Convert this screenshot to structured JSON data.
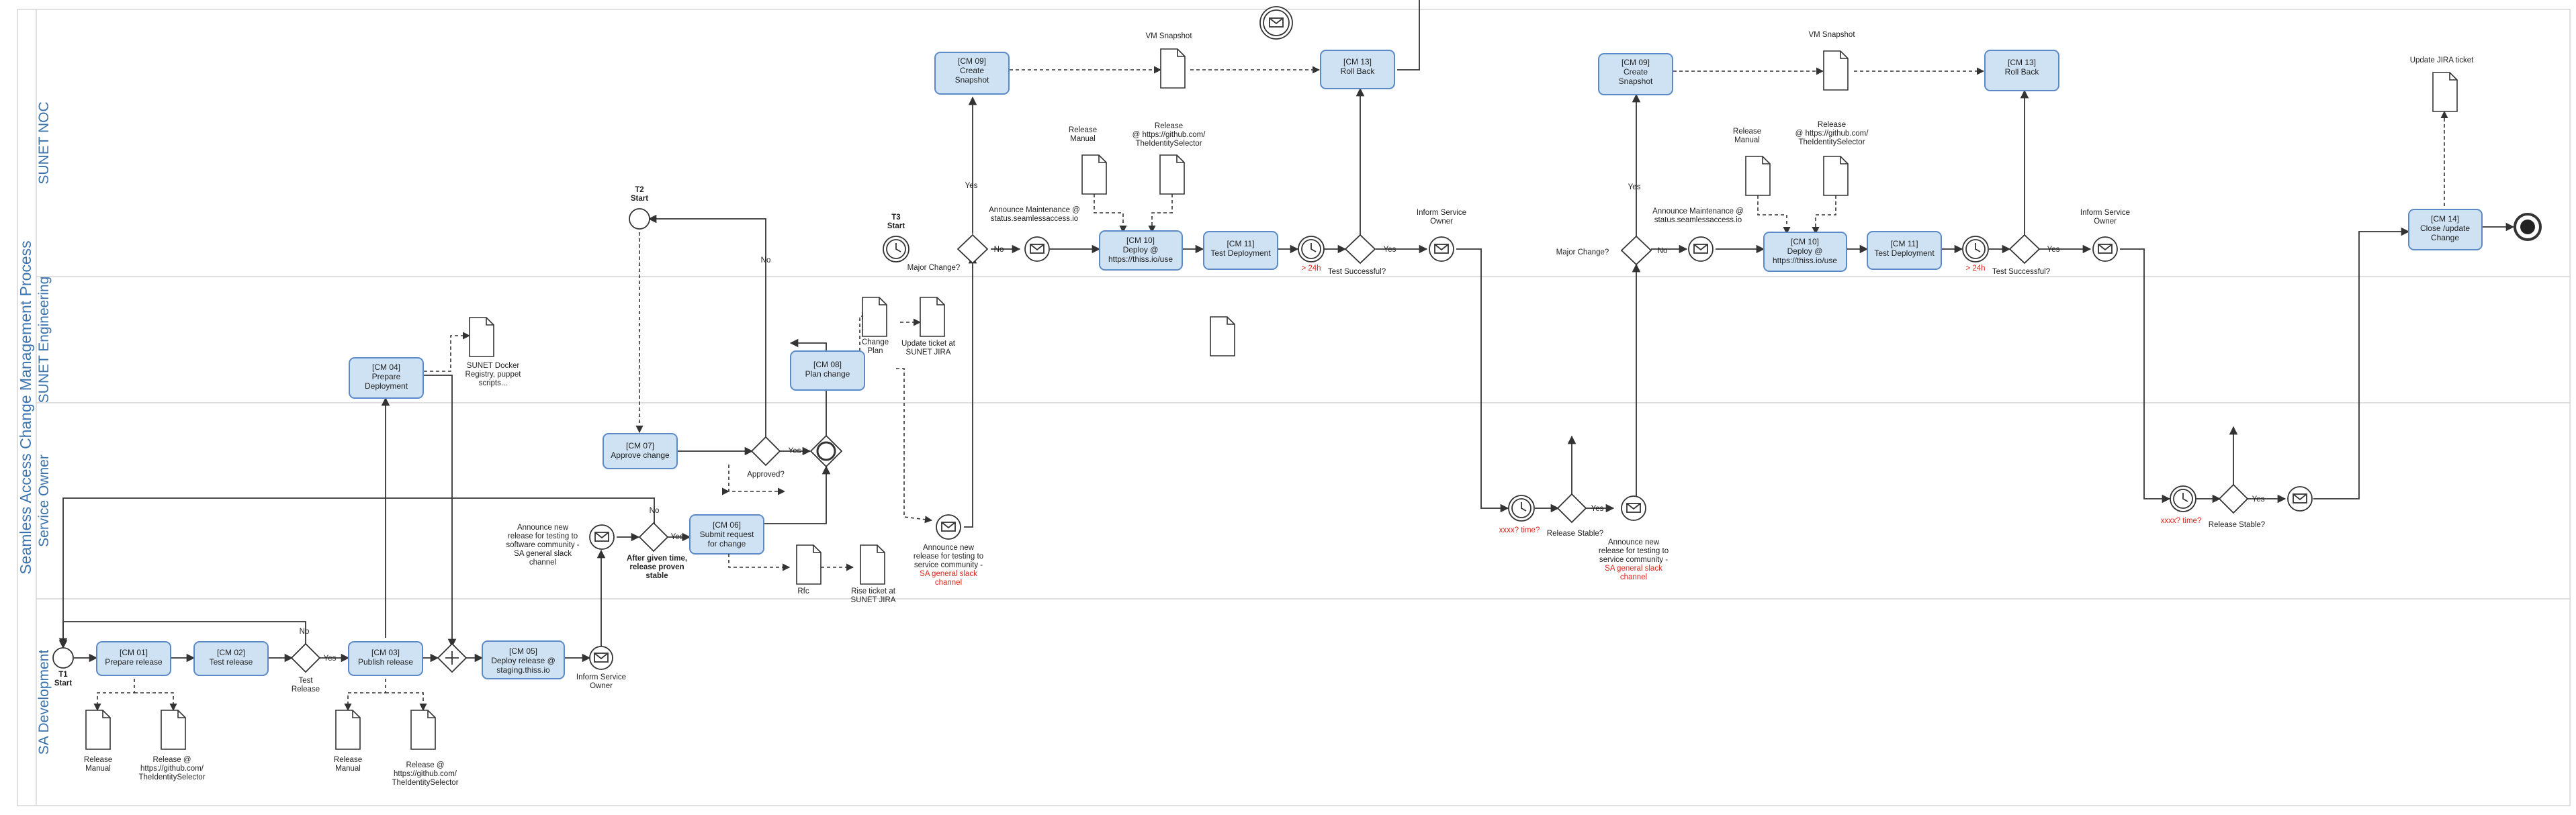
{
  "pool": {
    "title": "Seamless Access Change Management Process"
  },
  "lanes": {
    "noc": "SUNET NOC",
    "eng": "SUNET Engineering",
    "owner": "Service Owner",
    "dev": "SA Development"
  },
  "tasks": {
    "cm01": [
      "[CM 01]",
      "Prepare release"
    ],
    "cm02": [
      "[CM 02]",
      "Test release"
    ],
    "cm03": [
      "[CM 03]",
      "Publish release"
    ],
    "cm04": [
      "[CM 04]",
      "Prepare",
      "Deployment"
    ],
    "cm05": [
      "[CM 05]",
      "Deploy release @",
      "staging.thiss.io"
    ],
    "cm06": [
      "[CM 06]",
      "Submit request",
      "for change"
    ],
    "cm07": [
      "[CM 07]",
      "Approve change"
    ],
    "cm08": [
      "[CM 08]",
      "Plan change"
    ],
    "cm09a": [
      "[CM 09]",
      "Create",
      "Snapshot"
    ],
    "cm10a": [
      "[CM 10]",
      "Deploy @",
      "https://thiss.io/use"
    ],
    "cm11a": [
      "[CM 11]",
      "Test Deployment"
    ],
    "cm13a": [
      "[CM 13]",
      "Roll Back"
    ],
    "cm09b": [
      "[CM 09]",
      "Create",
      "Snapshot"
    ],
    "cm10b": [
      "[CM 10]",
      "Deploy @",
      "https://thiss.io/use"
    ],
    "cm11b": [
      "[CM 11]",
      "Test Deployment"
    ],
    "cm13b": [
      "[CM 13]",
      "Roll Back"
    ],
    "cm14": [
      "[CM 14]",
      "Close /update",
      "Change"
    ]
  },
  "labels": {
    "t1": [
      "T1",
      "Start"
    ],
    "t2": [
      "T2",
      "Start"
    ],
    "t3": [
      "T3",
      "Start"
    ],
    "test_release": [
      "Test",
      "Release"
    ],
    "approved": [
      "Approved?"
    ],
    "major_a": [
      "Major Change?"
    ],
    "major_b": [
      "Major Change?"
    ],
    "test_ok_a": [
      "Test Successful?"
    ],
    "test_ok_b": [
      "Test Successful?"
    ],
    "stable_a": [
      "Release Stable?"
    ],
    "stable_b": [
      "Release Stable?"
    ],
    "after_time": [
      "After given time,",
      "release proven",
      "stable"
    ],
    "inform_dev": [
      "Inform Service",
      "Owner"
    ],
    "inform_a": [
      "Inform Service",
      "Owner"
    ],
    "inform_b": [
      "Inform Service",
      "Owner"
    ],
    "announce_testing": [
      "Announce new",
      "release for testing to",
      "software community -",
      "SA general slack",
      "channel"
    ],
    "announce_maint_a": [
      "Announce Maintenance @",
      "status.seamlessaccess.io"
    ],
    "announce_maint_b": [
      "Announce Maintenance @",
      "status.seamlessaccess.io"
    ],
    "announce_community_a": [
      "Announce new",
      "release for testing to",
      "service community -"
    ],
    "announce_community_b": [
      "Announce new",
      "release for testing to",
      "service community -"
    ],
    "slack_a": [
      "SA general slack",
      "channel"
    ],
    "slack_b": [
      "SA general slack",
      "channel"
    ],
    "timer_24_a": [
      "> 24h"
    ],
    "timer_24_b": [
      "> 24h"
    ],
    "timer_xxx_a": [
      "xxxx? time?"
    ],
    "timer_xxx_b": [
      "xxxx? time?"
    ],
    "vm_snapshot_a": [
      "VM Snapshot"
    ],
    "vm_snapshot_b": [
      "VM Snapshot"
    ],
    "update_jira": [
      "Update JIRA ticket"
    ],
    "update_sunet_jira": [
      "Update ticket at",
      "SUNET JIRA"
    ],
    "raise_ticket": [
      "Rise ticket at",
      "SUNET JIRA"
    ],
    "rfc": [
      "Rfc"
    ],
    "change_plan": [
      "Change",
      "Plan"
    ],
    "docker": [
      "SUNET Docker",
      "Registry, puppet",
      "scripts..."
    ],
    "doc_manual": [
      "Release",
      "Manual"
    ],
    "doc_github": [
      "Release @",
      "https://github.com/",
      "TheIdentitySelector"
    ],
    "doc_manual2": [
      "Release",
      "Manual"
    ],
    "doc_github2": [
      "Release @",
      "https://github.com/",
      "TheIdentitySelector"
    ],
    "noc_manual_a": [
      "Release",
      "Manual"
    ],
    "noc_github_a": [
      "Release",
      "@ https://github.com/",
      "TheIdentitySelector"
    ],
    "noc_manual_b": [
      "Release",
      "Manual"
    ],
    "noc_github_b": [
      "Release",
      "@ https://github.com/",
      "TheIdentitySelector"
    ]
  },
  "flow_labels": {
    "yes": "Yes",
    "no": "No"
  }
}
